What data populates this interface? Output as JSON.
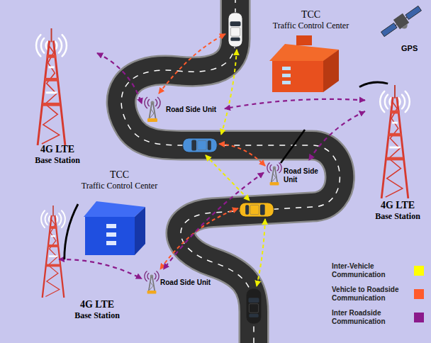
{
  "diagram": {
    "nodes": [
      {
        "text": [
          "TCC",
          "Traffic Control Center"
        ]
      },
      {
        "text": [
          "Road Side Unit"
        ]
      },
      {
        "text": [
          "4G LTE",
          "Base Station"
        ]
      },
      {
        "text": [
          "4G LTE",
          "Base Station"
        ]
      },
      {
        "text": [
          "Road Side Unit"
        ]
      },
      {
        "text": [
          "TCC",
          "Traffic Control Center"
        ]
      },
      {
        "text": [
          "4G LTE",
          "Base Station"
        ]
      },
      {
        "text": [
          "Road Side Unit"
        ]
      }
    ],
    "edges": [
      {
        "from": 2,
        "to": 1,
        "arrow": "both"
      },
      {
        "from": 3,
        "to": 1,
        "arrow": "both"
      },
      {
        "from": 3,
        "to": 4,
        "arrow": "both"
      },
      {
        "from": 4,
        "to": 7,
        "arrow": "both"
      },
      {
        "from": 6,
        "to": 7,
        "arrow": "both"
      },
      {
        "from": 0,
        "to": 3,
        "arrow": "none"
      },
      {
        "from": 5,
        "to": 6,
        "arrow": "none"
      }
    ],
    "labels": [
      "GPS"
    ],
    "legend": [
      {
        "text": "Inter-Vehicle Communication",
        "color": "#ffff00"
      },
      {
        "text": "Vehicle to Roadside Communication",
        "color": "#ff5a2c"
      },
      {
        "text": "Inter Roadside Communication",
        "color": "#8b1a8b"
      }
    ]
  }
}
